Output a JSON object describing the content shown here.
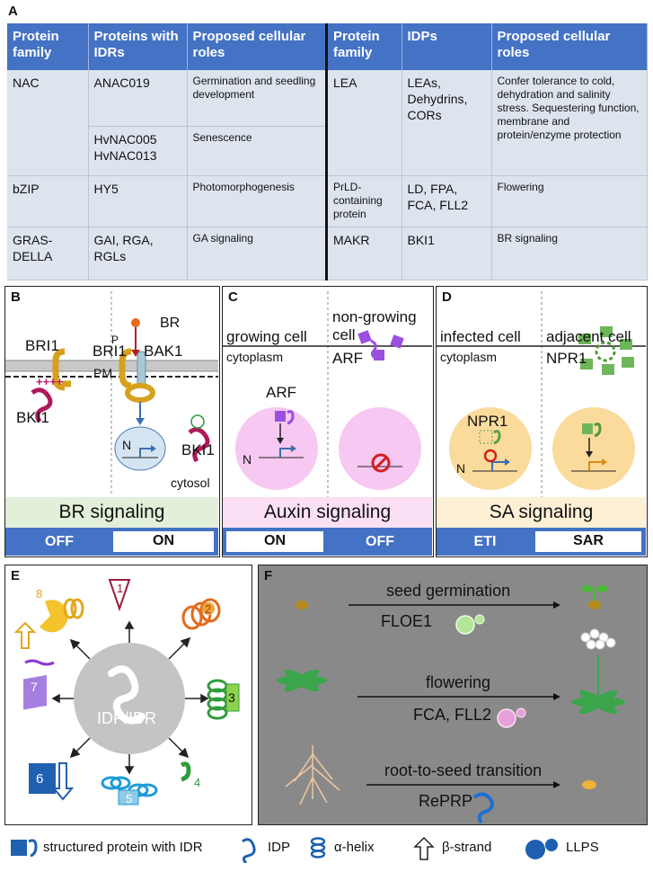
{
  "panels": {
    "a": "A",
    "b": "B",
    "c": "C",
    "d": "D",
    "e": "E",
    "f": "F"
  },
  "table_left": {
    "headers": [
      "Protein family",
      "Proteins with IDRs",
      "Proposed cellular roles"
    ],
    "rows": [
      {
        "family": "NAC",
        "protein": "ANAC019",
        "role": "Germination and seedling development"
      },
      {
        "family": "",
        "protein": "HvNAC005 HvNAC013",
        "role": "Senescence"
      },
      {
        "family": "bZIP",
        "protein": "HY5",
        "role": "Photomorphogenesis"
      },
      {
        "family": "GRAS-DELLA",
        "protein": "GAI, RGA, RGLs",
        "role": "GA signaling"
      }
    ]
  },
  "table_right": {
    "headers": [
      "Protein family",
      "IDPs",
      "Proposed cellular roles"
    ],
    "rows": [
      {
        "family": "LEA",
        "protein": "LEAs, Dehydrins, CORs",
        "role": "Confer tolerance to cold, dehydration and salinity stress. Sequestering function, membrane and protein/enzyme protection"
      },
      {
        "family": "PrLD-containing protein",
        "protein": "LD, FPA, FCA, FLL2",
        "role": "Flowering"
      },
      {
        "family": "MAKR",
        "protein": "BKI1",
        "role": "BR signaling"
      }
    ]
  },
  "panel_b": {
    "br": "BR",
    "bri1_left": "BRI1",
    "bri1_right": "BRI1",
    "bak1": "BAK1",
    "pm": "PM",
    "bki1_left": "BKI1",
    "bki1_right": "BKI1",
    "p": "P",
    "n": "N",
    "cytosol": "cytosol",
    "band": "BR signaling",
    "off": "OFF",
    "on": "ON",
    "band_color": "#e2efd9"
  },
  "panel_c": {
    "growing": "growing cell",
    "nongrowing": "non-growing cell",
    "cytoplasm": "cytoplasm",
    "arf_top": "ARF",
    "arf_nucleus": "ARF",
    "n": "N",
    "band": "Auxin signaling",
    "on": "ON",
    "off": "OFF",
    "band_color": "#fbe0f5"
  },
  "panel_d": {
    "infected": "infected cell",
    "adjacent": "adjacent cell",
    "cytoplasm": "cytoplasm",
    "npr1_top": "NPR1",
    "npr1_nucleus": "NPR1",
    "n": "N",
    "band": "SA signaling",
    "eti": "ETI",
    "sar": "SAR",
    "band_color": "#fdf0d5"
  },
  "panel_e": {
    "center": "IDP/IDR",
    "n1": "1",
    "n2": "2",
    "n3": "3",
    "n4": "4",
    "n5": "5",
    "n6": "6",
    "n7": "7",
    "n8": "8"
  },
  "panel_f": {
    "seed_germination": "seed germination",
    "floe1": "FLOE1",
    "flowering": "flowering",
    "fca_fll2": "FCA, FLL2",
    "root_to_seed": "root-to-seed transition",
    "reprp": "RePRP"
  },
  "legend": {
    "structured": "structured protein with IDR",
    "idp": "IDP",
    "helix": "α-helix",
    "strand": "β-strand",
    "llps": "LLPS"
  },
  "colors": {
    "header_blue": "#4472c4",
    "cell_fill": "#dde4ee",
    "bar_blue": "#4472c4",
    "panel_f_bg": "#898989"
  }
}
